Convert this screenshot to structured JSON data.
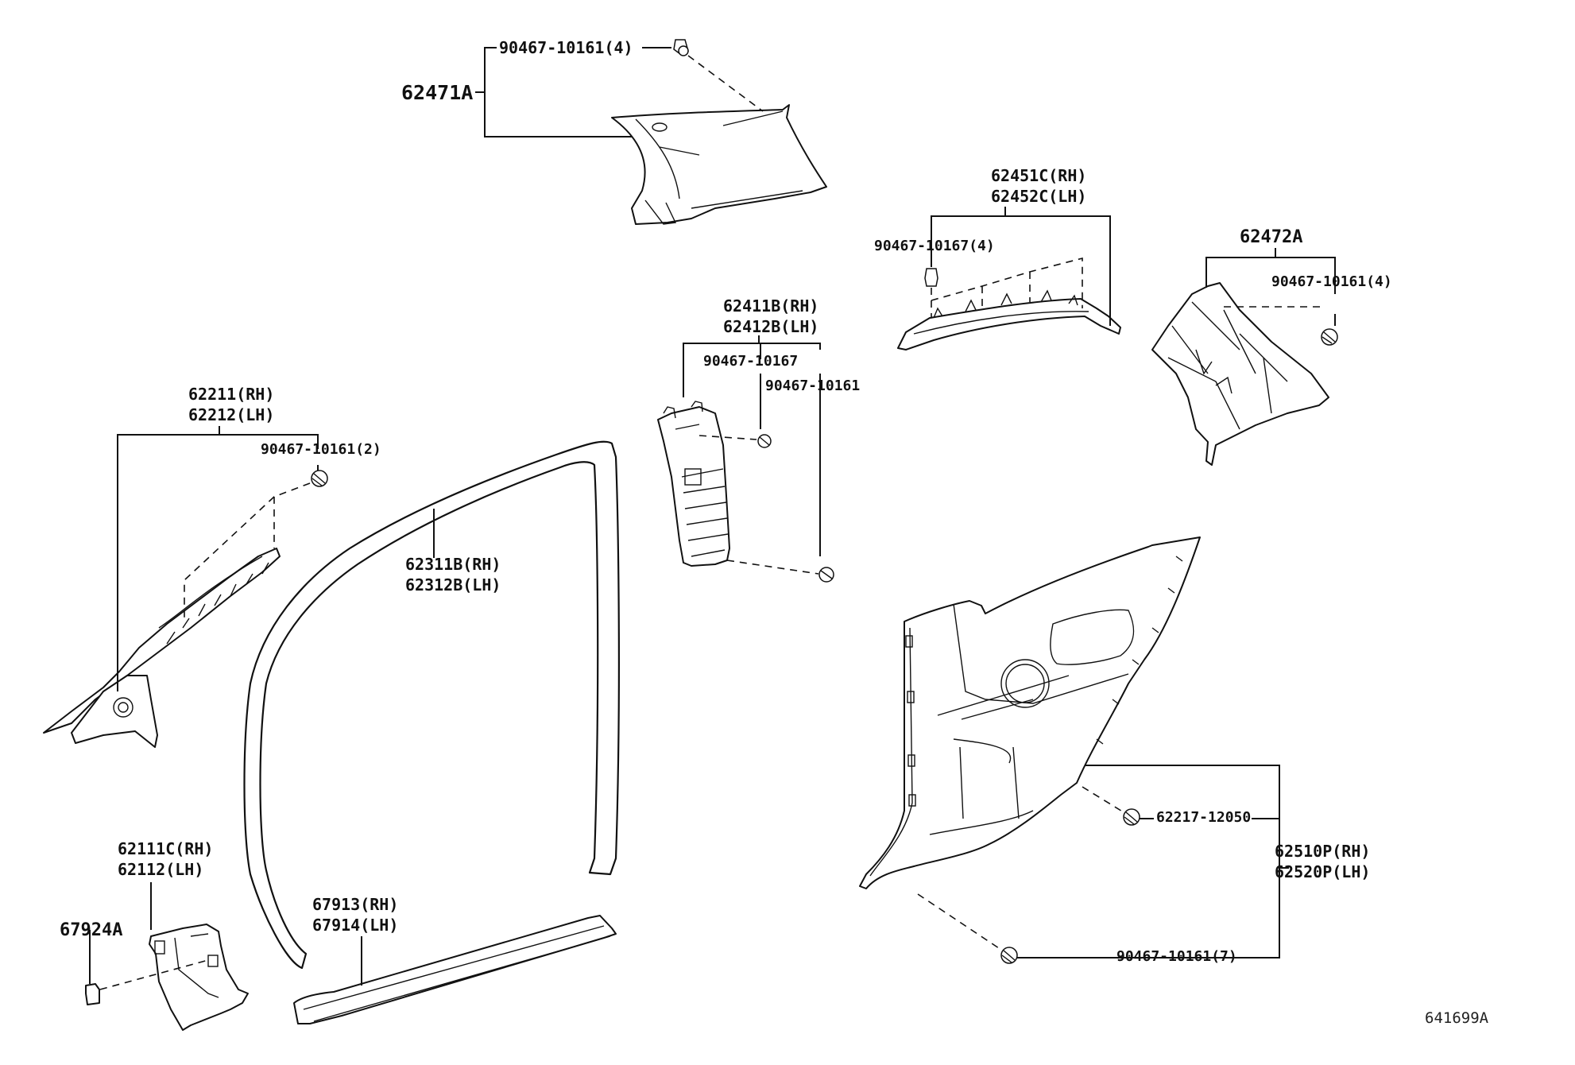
{
  "diagram": {
    "type": "exploded parts diagram",
    "reference_code": "641699A",
    "line_color": "#111111",
    "background": "#ffffff"
  },
  "parts": {
    "p62471a": {
      "label": "62471A"
    },
    "p62471a_clip": {
      "label": "90467-10161(4)"
    },
    "p62451c": {
      "rh": "62451C(RH)",
      "lh": "62452C(LH)"
    },
    "p62451c_clip": {
      "label": "90467-10167(4)"
    },
    "p62472a": {
      "label": "62472A"
    },
    "p62472a_clip": {
      "label": "90467-10161(4)"
    },
    "p62411b": {
      "rh": "62411B(RH)",
      "lh": "62412B(LH)"
    },
    "p62411b_clip1": {
      "label": "90467-10167"
    },
    "p62411b_clip2": {
      "label": "90467-10161"
    },
    "p62211": {
      "rh": "62211(RH)",
      "lh": "62212(LH)"
    },
    "p62211_clip": {
      "label": "90467-10161(2)"
    },
    "p62311b": {
      "rh": "62311B(RH)",
      "lh": "62312B(LH)"
    },
    "p62111c": {
      "rh": "62111C(RH)",
      "lh": "62112(LH)"
    },
    "p67924a": {
      "label": "67924A"
    },
    "p67913": {
      "rh": "67913(RH)",
      "lh": "67914(LH)"
    },
    "p62510p": {
      "rh": "62510P(RH)",
      "lh": "62520P(LH)"
    },
    "p62510p_clip1": {
      "label": "62217-12050"
    },
    "p62510p_clip2": {
      "label": "90467-10161(7)"
    }
  }
}
